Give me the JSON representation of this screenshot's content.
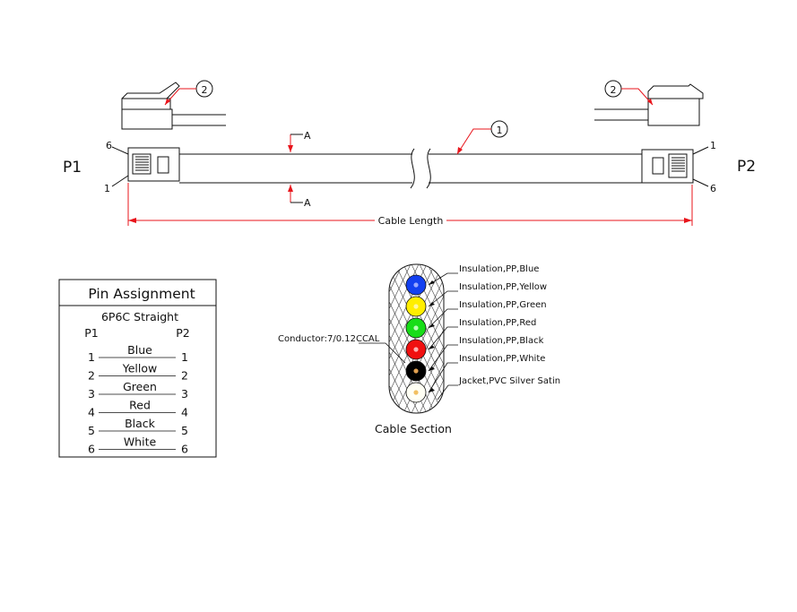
{
  "plugs": {
    "p1_label": "P1",
    "p2_label": "P2",
    "p1_pin_top": "6",
    "p1_pin_bottom": "1",
    "p2_pin_top": "1",
    "p2_pin_bottom": "6"
  },
  "callouts": {
    "cable_number": "1",
    "connector_number": "2"
  },
  "section_marks": {
    "upper": "A",
    "lower": "A"
  },
  "cable_length_label": "Cable Length",
  "pin_table": {
    "title": "Pin Assignment",
    "subtitle": "6P6C Straight",
    "col_left": "P1",
    "col_right": "P2",
    "rows": [
      {
        "p1": "1",
        "wire": "Blue",
        "p2": "1"
      },
      {
        "p1": "2",
        "wire": "Yellow",
        "p2": "2"
      },
      {
        "p1": "3",
        "wire": "Green",
        "p2": "3"
      },
      {
        "p1": "4",
        "wire": "Red",
        "p2": "4"
      },
      {
        "p1": "5",
        "wire": "Black",
        "p2": "5"
      },
      {
        "p1": "6",
        "wire": "White",
        "p2": "6"
      }
    ]
  },
  "cable_section": {
    "title": "Cable Section",
    "conductor_label": "Conductor:7/0.12CCAL",
    "conductors": [
      {
        "label": "Insulation,PP,Blue",
        "fill": "#1340f0",
        "core": "#9aa8ff"
      },
      {
        "label": "Insulation,PP,Yellow",
        "fill": "#ffee00",
        "core": "#fff6a0"
      },
      {
        "label": "Insulation,PP,Green",
        "fill": "#18dd18",
        "core": "#b8ffb8"
      },
      {
        "label": "Insulation,PP,Red",
        "fill": "#f01010",
        "core": "#ffb0b0"
      },
      {
        "label": "Insulation,PP,Black",
        "fill": "#000000",
        "core": "#e0a050"
      },
      {
        "label": "Insulation,PP,White",
        "fill": "#fffff4",
        "core": "#f2c060"
      }
    ],
    "jacket_label": "Jacket,PVC Silver Satin"
  },
  "colors": {
    "accent_red": "#e8141b",
    "line": "#111111"
  }
}
